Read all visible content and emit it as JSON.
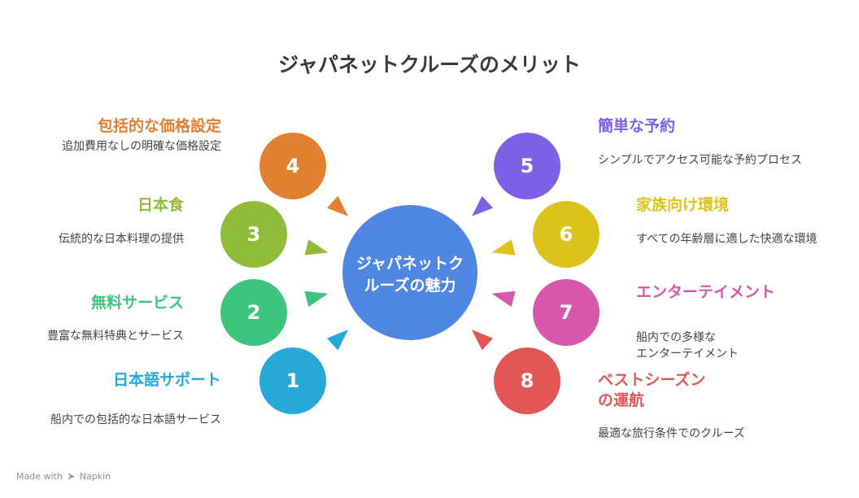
{
  "title": "ジャパネットクルーズのメリット",
  "center": {
    "line1": "ジャパネットク",
    "line2": "ルーズの魅力",
    "color": "#4f86e2"
  },
  "items": [
    {
      "number": "4",
      "heading": "包括的な価格設定",
      "desc": [
        "追加費用なしの明確な価格設定"
      ],
      "color": "#e08030"
    },
    {
      "number": "3",
      "heading": "日本食",
      "desc": [
        "伝統的な日本料理の提供"
      ],
      "color": "#8fba3a"
    },
    {
      "number": "2",
      "heading": "無料サービス",
      "desc": [
        "豊富な無料特典とサービス"
      ],
      "color": "#3ec47c"
    },
    {
      "number": "1",
      "heading": "日本語サポート",
      "desc": [
        "船内での包括的な日本語サービス"
      ],
      "color": "#26a9d9"
    },
    {
      "number": "5",
      "heading": "簡単な予約",
      "desc": [
        "シンプルでアクセス可能な予約プロセス"
      ],
      "color": "#7b61e6"
    },
    {
      "number": "6",
      "heading": "家族向け環境",
      "desc": [
        "すべての年齢層に適した快適な環境"
      ],
      "color": "#dcc21a"
    },
    {
      "number": "7",
      "heading": "エンターテイメント",
      "desc": [
        "船内での多様な",
        "エンターテイメント"
      ],
      "color": "#d657ad"
    },
    {
      "number": "8",
      "heading": "ベストシーズン\nの運航",
      "desc": [
        "最適な旅行条件でのクルーズ"
      ],
      "color": "#e35656"
    }
  ],
  "footer": {
    "made_with": "Made with",
    "brand": "Napkin"
  }
}
